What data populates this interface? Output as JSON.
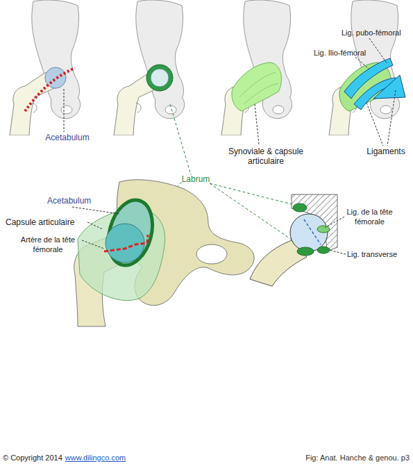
{
  "diagram": {
    "labels": [
      "Lig. pubo-fémoral",
      "Lig. Ilio-fémoral",
      "Acetabulum",
      "Synoviale & capsule articulaire",
      "Ligaments",
      "Labrum",
      "Acetabulum",
      "Capsule articulaire",
      "Artère de la tête fémorale",
      "Lig. de la tête fémorale",
      "Lig. transverse",
      "© Copyright 2014",
      "www.dilingco.com",
      "Fig: Anat. Hanche & genou. p3"
    ]
  }
}
